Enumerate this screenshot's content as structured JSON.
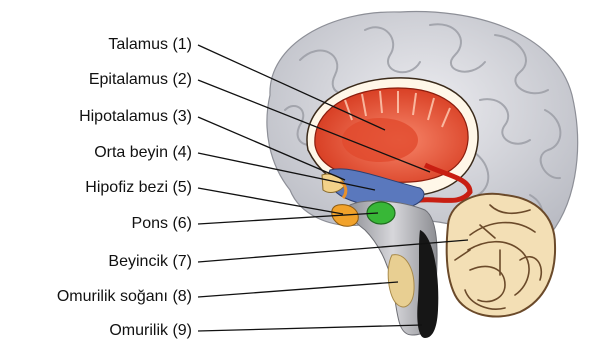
{
  "labels": [
    {
      "id": "1",
      "text": "Talamus (1)"
    },
    {
      "id": "2",
      "text": "Epitalamus (2)"
    },
    {
      "id": "3",
      "text": "Hipotalamus (3)"
    },
    {
      "id": "4",
      "text": "Orta beyin (4)"
    },
    {
      "id": "5",
      "text": "Hipofiz bezi (5)"
    },
    {
      "id": "6",
      "text": "Pons (6)"
    },
    {
      "id": "7",
      "text": "Beyincik (7)"
    },
    {
      "id": "8",
      "text": "Omurilik soğanı (8)"
    },
    {
      "id": "9",
      "text": "Omurilik (9)"
    }
  ],
  "colors": {
    "cortex": "#d9d9de",
    "cortex_shadow": "#aeb0b8",
    "thalamus": "#e8452a",
    "thalamus_light": "#f08a5c",
    "midbrain": "#4f6fb3",
    "pons": "#3fb83a",
    "pituitary": "#f1a22b",
    "cerebellum": "#f3dfb5",
    "cerebellum_line": "#6b4a2a",
    "brainstem": "#c9c9c9",
    "spinal": "#1b1b1b",
    "medulla": "#e9d29a",
    "leader": "#111111"
  }
}
